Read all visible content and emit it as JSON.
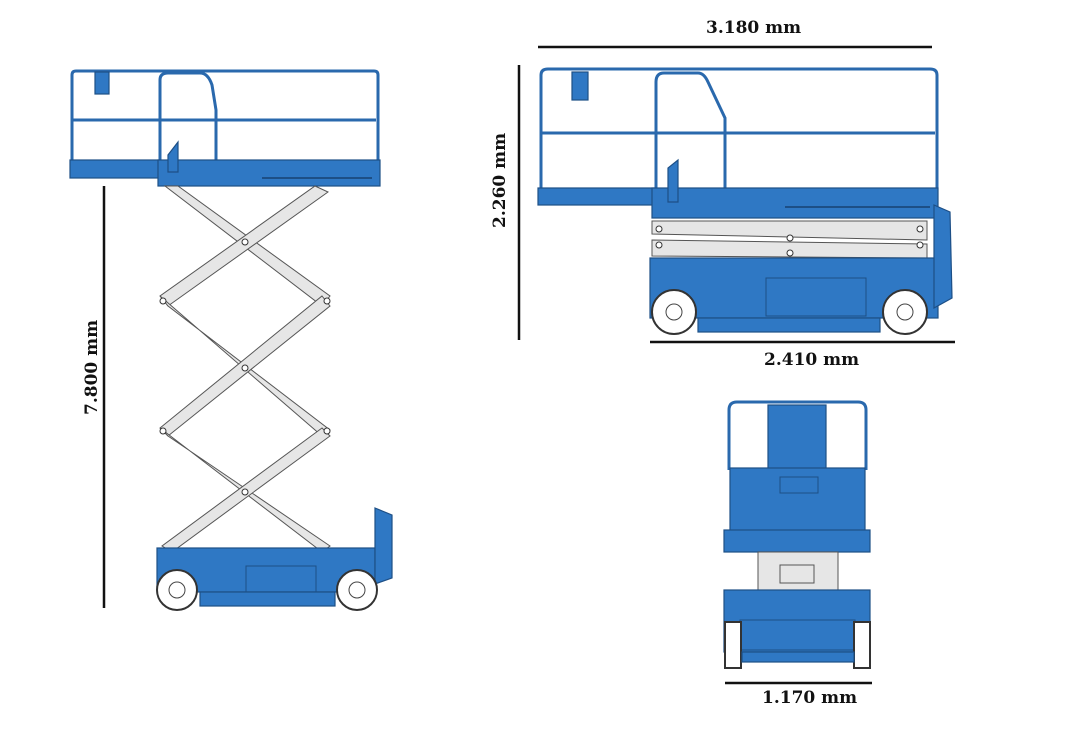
{
  "dimensions": {
    "working_height": "7.800 mm",
    "overall_length_platform": "3.180 mm",
    "stowed_height": "2.260 mm",
    "chassis_length": "2.410 mm",
    "width": "1.170 mm"
  },
  "colors": {
    "machine_blue": "#2f78c4",
    "scissor_gray": "#e6e6e6"
  }
}
